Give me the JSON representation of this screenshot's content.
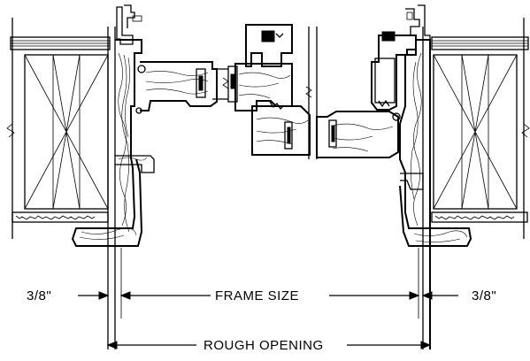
{
  "dimensions": {
    "left_offset": "3/8\"",
    "frame_size": "FRAME SIZE",
    "right_offset": "3/8\"",
    "rough_opening": "ROUGH OPENING"
  },
  "colors": {
    "line": "#000000",
    "background": "#ffffff"
  }
}
